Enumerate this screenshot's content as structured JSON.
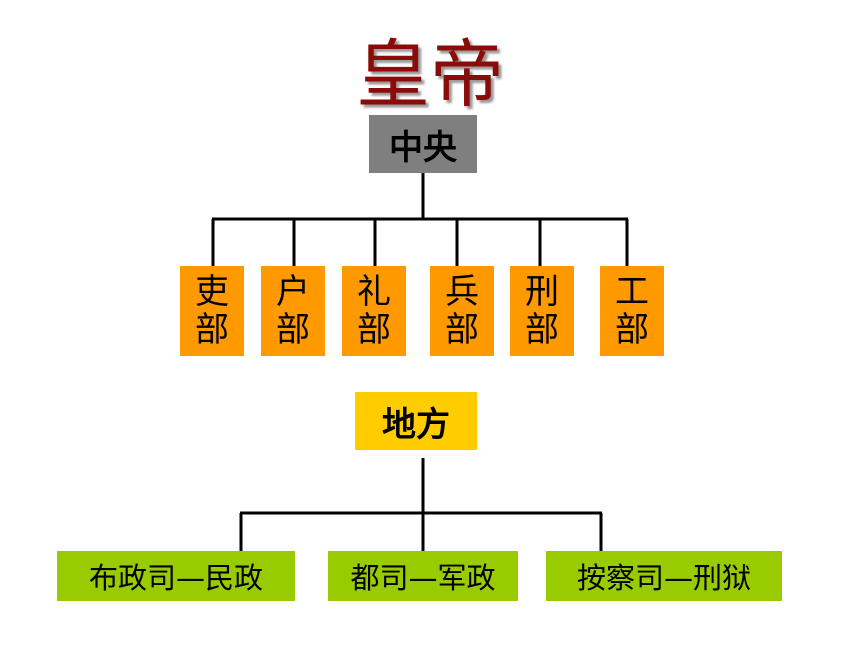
{
  "title": "皇帝",
  "central": {
    "label": "中央",
    "ministries": [
      {
        "line1": "吏",
        "line2": "部"
      },
      {
        "line1": "户",
        "line2": "部"
      },
      {
        "line1": "礼",
        "line2": "部"
      },
      {
        "line1": "兵",
        "line2": "部"
      },
      {
        "line1": "刑",
        "line2": "部"
      },
      {
        "line1": "工",
        "line2": "部"
      }
    ]
  },
  "local": {
    "label": "地方",
    "offices": [
      {
        "label": "布政司—民政"
      },
      {
        "label": "都司—军政"
      },
      {
        "label": "按察司—刑狱"
      }
    ]
  },
  "colors": {
    "title": "#8b0a0a",
    "central": "#7f7f7f",
    "ministry": "#ff9900",
    "local": "#ffcc00",
    "office": "#99cc00"
  }
}
